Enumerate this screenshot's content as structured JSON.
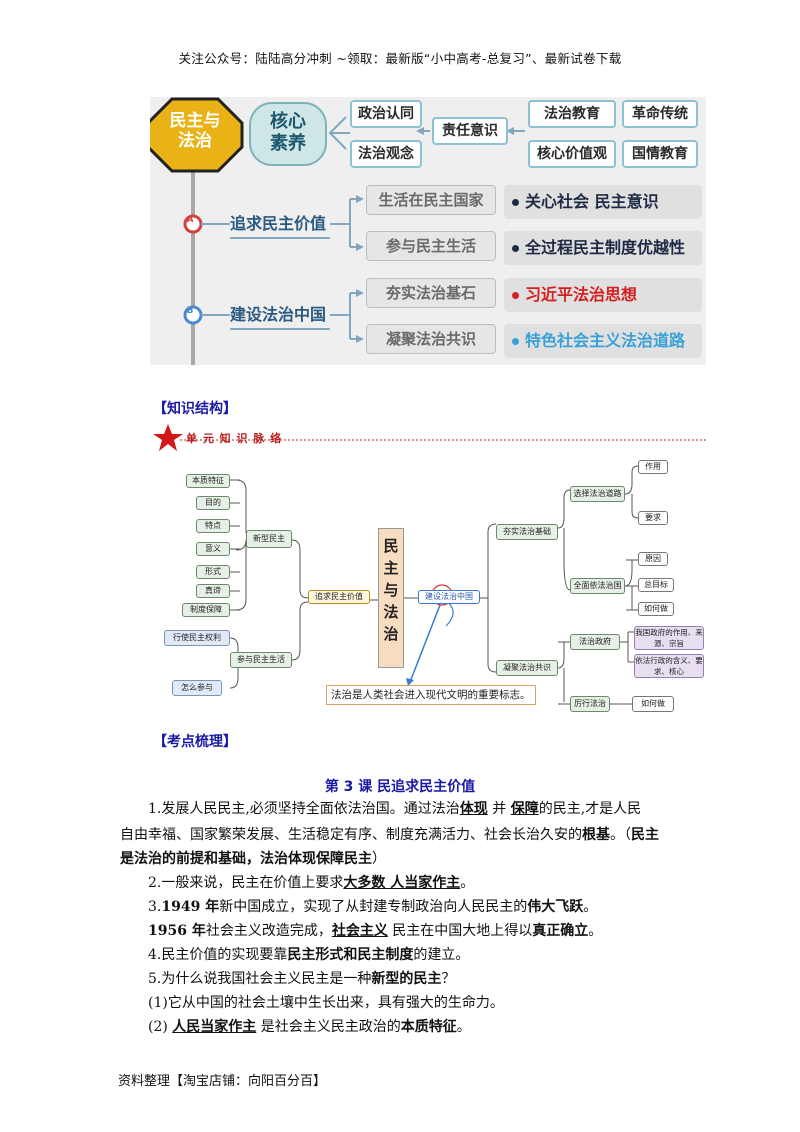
{
  "header": {
    "text": "关注公众号：陆陆高分冲刺  ~领取：最新版“小中高考-总复习”、最新试卷下载"
  },
  "infographic": {
    "badge": "民主与\n法治",
    "core": "核心\n素养",
    "literacy": [
      "政治认同",
      "法治观念"
    ],
    "responsibility": "责任意识",
    "education": [
      "法治教育",
      "革命传统",
      "核心价值观",
      "国情教育"
    ],
    "marker_a": "A",
    "marker_b": "B",
    "branch_a": "追求民主价值",
    "branch_b": "建设法治中国",
    "items": [
      "生活在民主国家",
      "参与民主生活",
      "夯实法治基石",
      "凝聚法治共识"
    ],
    "points": [
      {
        "text": "关心社会  民主意识",
        "dot": "#1f2a44",
        "color": "#1f2a44"
      },
      {
        "text": "全过程民主制度优越性",
        "dot": "#1f2a44",
        "color": "#1f2a44"
      },
      {
        "text": "习近平法治思想",
        "dot": "#d42020",
        "color": "#d42020"
      },
      {
        "text": "特色社会主义法治道路",
        "dot": "#3aa0d8",
        "color": "#3aa0d8"
      }
    ]
  },
  "section1": "【知识结构】",
  "mindmap": {
    "banner": "单  元  知  识  脉  络",
    "center": "民\n主\n与\n法\n治",
    "left_main": "追求民主价值",
    "right_main": "建设法治中国",
    "xinxing": "新型民主",
    "xinxing_items": [
      "本质特征",
      "目的",
      "特点",
      "意义",
      "形式",
      "真谛",
      "制度保障"
    ],
    "canyu": "参与民主生活",
    "canyu_items": [
      "行使民主权利",
      "怎么参与"
    ],
    "hangshi": "夯实法治基础",
    "daolu": "选择法治道路",
    "daolu_items": [
      "作用",
      "要求"
    ],
    "quanmian": "全面依法治国",
    "quanmian_items": [
      "原因",
      "总目标",
      "如何做"
    ],
    "ningju": "凝聚法治共识",
    "zhengfu": "法治政府",
    "zhengfu_items": [
      "我国政府的作用、来源、宗旨",
      "依法行政的含义、要求、核心"
    ],
    "shouxing": "厉行法治",
    "shouxing_item": "如何做",
    "note": "法治是人类社会进入现代文明的重要标志。"
  },
  "section2": "【考点梳理】",
  "lesson_title": "第 3 课   民追求民主价值",
  "paragraphs": {
    "p1a": "1.发展人民民主,必须坚持全面依法治国。通过法治",
    "p1_u1": "体现",
    "p1b": "并",
    "p1_u2": "保障",
    "p1c": "的民主,才是人民",
    "p1d": "自由幸福、国家繁荣发展、生活稳定有序、制度充满活力、社会长治久安的",
    "p1_b1": "根基",
    "p1e": "。（",
    "p1_b2": "民主",
    "p1f": "是法治的前提和基础，法治体现保障民主",
    "p1g": "）",
    "p2a": "2.一般来说，民主在价值上要求",
    "p2_u": "大多数 人当家作主",
    "p2b": "。",
    "p3a": "3.",
    "p3_b1": "1949 年",
    "p3b": "新中国成立，实现了从封建专制政治向人民民主的",
    "p3_b2": "伟大飞跃",
    "p3c": "。",
    "p4_b1": "1956 年",
    "p4a": "社会主义改造完成，",
    "p4_u": "社会主义",
    "p4b": "民主在中国大地上得以",
    "p4_b2": "真正确立",
    "p4c": "。",
    "p5a": "4.民主价值的实现要靠",
    "p5_b": "民主形式和民主制度",
    "p5b": "的建立。",
    "p6a": "5.为什么说我国社会主义民主是一种",
    "p6_b": "新型的民主",
    "p6b": "？",
    "p7": "(1)它从中国的社会土壤中生长出来，具有强大的生命力。",
    "p8a": "(2)",
    "p8_u": "人民当家作主",
    "p8b": "是社会主义民主政治的",
    "p8_b": "本质特征",
    "p8c": "。"
  },
  "footer": {
    "text": "资料整理【淘宝店铺：向阳百分百】"
  }
}
